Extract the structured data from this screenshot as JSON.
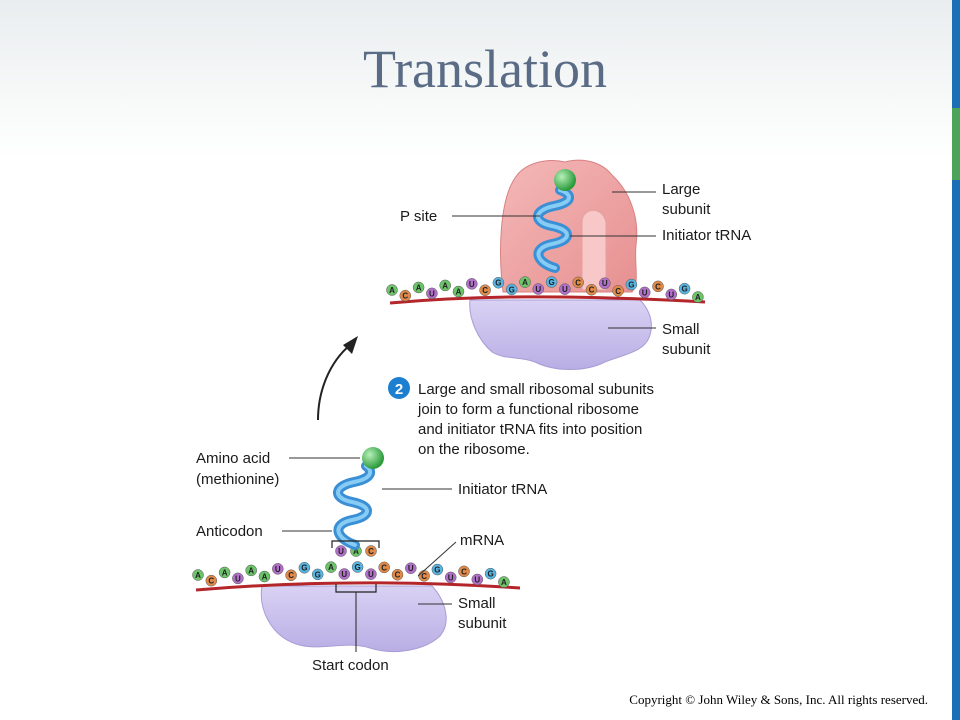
{
  "slide": {
    "title": "Translation",
    "copyright": "Copyright © John Wiley & Sons, Inc. All rights reserved."
  },
  "colors": {
    "accent_bar": "#1a6fb5",
    "accent_green": "#4ea35a",
    "title": "#5a6b86",
    "trna": "#4aa8e8",
    "amino_acid": "#3fb34f",
    "large_subunit": "#f0a6a6",
    "small_subunit": "#c9c0ea",
    "mrna": "#b4262a",
    "step_badge": "#1d7fd0"
  },
  "top_panel": {
    "labels": {
      "p_site": "P site",
      "large_subunit_1": "Large",
      "large_subunit_2": "subunit",
      "initiator_trna": "Initiator tRNA",
      "small_subunit_1": "Small",
      "small_subunit_2": "subunit"
    }
  },
  "step": {
    "number": "2",
    "lines": [
      "Large and small ribosomal subunits",
      "join to form a functional ribosome",
      "and initiator tRNA fits into position",
      "on the ribosome."
    ]
  },
  "bottom_panel": {
    "labels": {
      "amino_acid_1": "Amino acid",
      "amino_acid_2": "(methionine)",
      "initiator_trna": "Initiator tRNA",
      "anticodon": "Anticodon",
      "mrna": "mRNA",
      "small_subunit_1": "Small",
      "small_subunit_2": "subunit",
      "start_codon": "Start codon"
    }
  },
  "mrna_bases": [
    "A",
    "C",
    "A",
    "U",
    "A",
    "A",
    "U",
    "C",
    "G",
    "G",
    "A",
    "U",
    "G",
    "U",
    "C",
    "C",
    "U",
    "C",
    "G",
    "U",
    "C",
    "U",
    "G",
    "A"
  ],
  "anticodon_bases": [
    "U",
    "A",
    "C"
  ]
}
